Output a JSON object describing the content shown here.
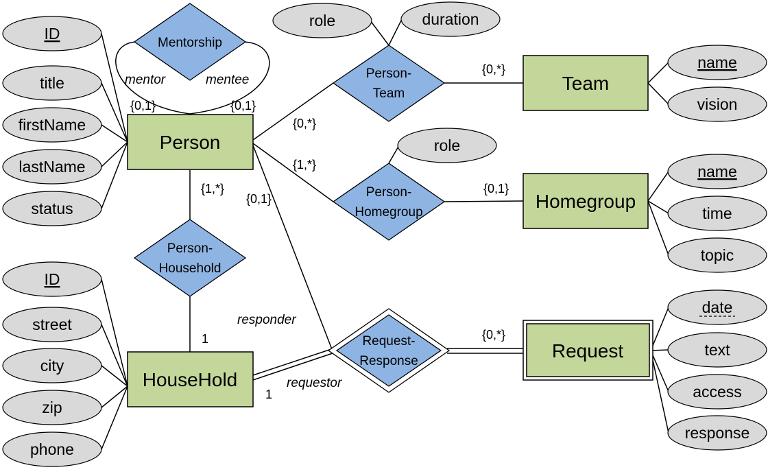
{
  "entities": {
    "person": "Person",
    "household": "HouseHold",
    "team": "Team",
    "homegroup": "Homegroup",
    "request": "Request"
  },
  "relationships": {
    "mentorship": "Mentorship",
    "person_team": [
      "Person-",
      "Team"
    ],
    "person_homegroup": [
      "Person-",
      "Homegroup"
    ],
    "person_household": [
      "Person-",
      "Household"
    ],
    "request_response": [
      "Request-",
      "Response"
    ]
  },
  "attributes": {
    "person": [
      "ID",
      "title",
      "firstName",
      "lastName",
      "status"
    ],
    "household": [
      "ID",
      "street",
      "city",
      "zip",
      "phone"
    ],
    "team": [
      "name",
      "vision"
    ],
    "homegroup": [
      "name",
      "time",
      "topic"
    ],
    "request": [
      "date",
      "text",
      "access",
      "response"
    ],
    "person_team": [
      "role",
      "duration"
    ],
    "person_homegroup": [
      "role"
    ]
  },
  "cardinalities": {
    "mentor": "{0,1}",
    "mentee": "{0,1}",
    "person_team_person": "{0,*}",
    "person_team_team": "{0,*}",
    "person_homegroup_person": "{1,*}",
    "person_homegroup_homegroup": "{0,1}",
    "person_household_person": "{1,*}",
    "person_household_household": "1",
    "responder_person": "{0,1}",
    "requestor_household": "1",
    "request_response_request": "{0,*}"
  },
  "roles": {
    "mentor": "mentor",
    "mentee": "mentee",
    "responder": "responder",
    "requestor": "requestor"
  },
  "colors": {
    "entity_fill": "#c4d79b",
    "relationship_fill": "#8eb4e3",
    "attribute_fill": "#d9d9d9"
  }
}
